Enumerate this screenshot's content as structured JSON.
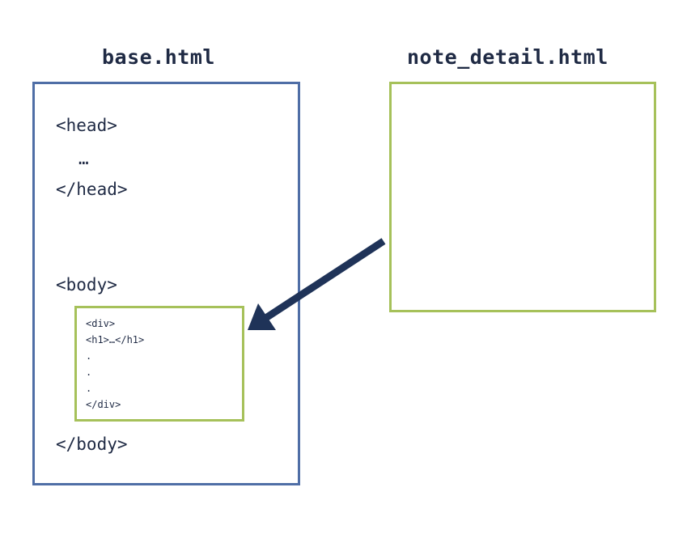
{
  "base": {
    "title": "base.html",
    "head_open": "<head>",
    "head_ellipsis": "…",
    "head_close": "</head>",
    "body_open": "<body>",
    "body_close": "</body>",
    "inner_lines": [
      "<div>",
      "<h1>…</h1>",
      ".",
      ".",
      ".",
      "</div>"
    ]
  },
  "detail": {
    "title": "note_detail.html"
  },
  "colors": {
    "text": "#1f2a44",
    "base_border": "#4f6ea6",
    "detail_border": "#a6c15a",
    "arrow": "#1f3358"
  }
}
